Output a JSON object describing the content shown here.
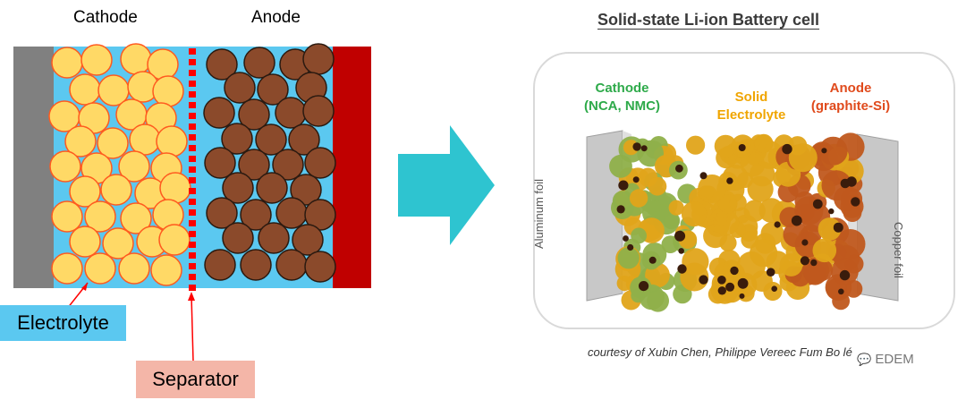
{
  "left_diagram": {
    "cathode_label": "Cathode",
    "anode_label": "Anode",
    "electrolyte_label": "Electrolyte",
    "separator_label": "Separator",
    "colors": {
      "current_collector_left": "#808080",
      "current_collector_right": "#c00000",
      "electrolyte": "#5bc8f0",
      "cathode_particle": "#ffd966",
      "cathode_particle_edge": "#ff5a1f",
      "anode_particle": "#8b4a2b",
      "separator": "#ff0000",
      "electrolyte_box": "#5bc8f0",
      "separator_box": "#f4b6a8"
    }
  },
  "arrow": {
    "color": "#2ec4d0"
  },
  "right_diagram": {
    "title": "Solid-state Li-ion Battery cell",
    "cathode_label_line1": "Cathode",
    "cathode_label_line2": "(NCA, NMC)",
    "electrolyte_label_line1": "Solid",
    "electrolyte_label_line2": "Electrolyte",
    "anode_label_line1": "Anode",
    "anode_label_line2": "(graphite-Si)",
    "aluminum_foil_label": "Aluminum foil",
    "copper_foil_label": "Copper foil",
    "credit": "courtesy of Xubin Chen, Philippe Vereec",
    "credit_tail": "Fum  Bo lé",
    "watermark": "EDEM",
    "colors": {
      "cathode_text": "#2eaa4a",
      "electrolyte_text": "#f0a500",
      "anode_text": "#e04a1c",
      "cathode_particle": "#8fb04a",
      "electrolyte_particle": "#e0a41a",
      "anode_particle": "#c0581e"
    }
  }
}
